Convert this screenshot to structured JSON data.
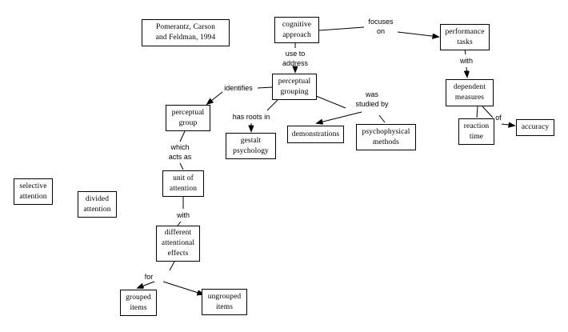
{
  "diagram": {
    "title": "Concept map: cognitive approach to perceptual grouping",
    "background_color": "#ffffff",
    "line_color": "#000000",
    "box_border_color": "#000000",
    "box_fill_color": "#ffffff",
    "text_color": "#000000"
  },
  "nodes": {
    "citation": {
      "lines": [
        "Pomerantz, Carson",
        "and Feldman, 1994"
      ]
    },
    "cognitive_approach": {
      "lines": [
        "cognitive",
        "approach"
      ]
    },
    "performance_tasks": {
      "lines": [
        "performance",
        "tasks"
      ]
    },
    "dependent_measures": {
      "lines": [
        "dependent",
        "measures"
      ]
    },
    "reaction_time": {
      "lines": [
        "reaction",
        "time"
      ]
    },
    "accuracy": {
      "lines": [
        "accuracy"
      ]
    },
    "perceptual_grouping": {
      "lines": [
        "perceptual",
        "grouping"
      ]
    },
    "perceptual_group": {
      "lines": [
        "perceptual",
        "group"
      ]
    },
    "gestalt_psychology": {
      "lines": [
        "gestalt",
        "psychology"
      ]
    },
    "demonstrations": {
      "lines": [
        "demonstrations"
      ]
    },
    "psychophysical_methods": {
      "lines": [
        "psychophysical",
        "methods"
      ]
    },
    "unit_of_attention": {
      "lines": [
        "unit of",
        "attention"
      ]
    },
    "selective_attention": {
      "lines": [
        "selective",
        "attention"
      ]
    },
    "divided_attention": {
      "lines": [
        "divided",
        "attention"
      ]
    },
    "different_attentional_effects": {
      "lines": [
        "different",
        "attentional",
        "effects"
      ]
    },
    "grouped_items": {
      "lines": [
        "grouped",
        "items"
      ]
    },
    "ungrouped_items": {
      "lines": [
        "ungrouped",
        "items"
      ]
    }
  },
  "link_labels": {
    "focuses_on": {
      "lines": [
        "focuses",
        "on"
      ]
    },
    "use_to_address": {
      "lines": [
        "use to",
        "address"
      ]
    },
    "with_measures": {
      "lines": [
        "with"
      ]
    },
    "of": {
      "lines": [
        "of"
      ]
    },
    "identifies": {
      "lines": [
        "identifies"
      ]
    },
    "has_roots_in": {
      "lines": [
        "has roots in"
      ]
    },
    "was_studied_by": {
      "lines": [
        "was",
        "studied by"
      ]
    },
    "which_acts_as": {
      "lines": [
        "which",
        "acts as"
      ]
    },
    "with_effects": {
      "lines": [
        "with"
      ]
    },
    "for": {
      "lines": [
        "for"
      ]
    }
  }
}
